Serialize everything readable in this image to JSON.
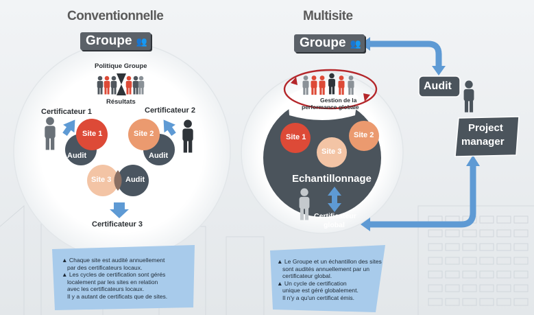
{
  "left": {
    "title": "Conventionnelle",
    "group_label": "Groupe",
    "policy": "Politique Groupe",
    "results": "Résultats",
    "cert1": "Certificateur 1",
    "cert2": "Certificateur 2",
    "cert3": "Certificateur 3",
    "site1": "Site 1",
    "site2": "Site 2",
    "site3": "Site 3",
    "audit": "Audit",
    "notes": [
      "▲ Chaque site est audité annuellement",
      "par des certificateurs locaux.",
      "▲ Les cycles de certification sont gérés",
      "localement par les sites en relation",
      "avec les certificateurs locaux.",
      "Il y a autant de certificats que de sites."
    ]
  },
  "right": {
    "title": "Multisite",
    "group_label": "Groupe",
    "perf1": "Gestion de la",
    "perf2": "performance globale",
    "site1": "Site 1",
    "site2": "Site 2",
    "site3": "Site 3",
    "sampling": "Echantillonnage",
    "cert1": "Certificateur",
    "cert2": "global",
    "audit": "Audit",
    "pm1": "Project",
    "pm2": "manager",
    "notes": [
      "▲ Le Groupe et un échantillon des sites",
      "sont audités annuellement par un",
      "certificateur global.",
      "▲ Un cycle de certification",
      "unique est géré globalement.",
      "Il n'y a qu'un certificat émis."
    ]
  },
  "colors": {
    "site_red": "#dd4a37",
    "site_peach": "#eb9a6f",
    "site_light": "#f3c4a5",
    "audit_gray": "#4a5560",
    "dark_panel": "#4b545c",
    "blue_arrow": "#5e9ad4",
    "note_bg": "#a8cbeb"
  },
  "icons": [
    "group-people-icon",
    "person-icon",
    "hourglass-icon",
    "arrow-icon"
  ]
}
